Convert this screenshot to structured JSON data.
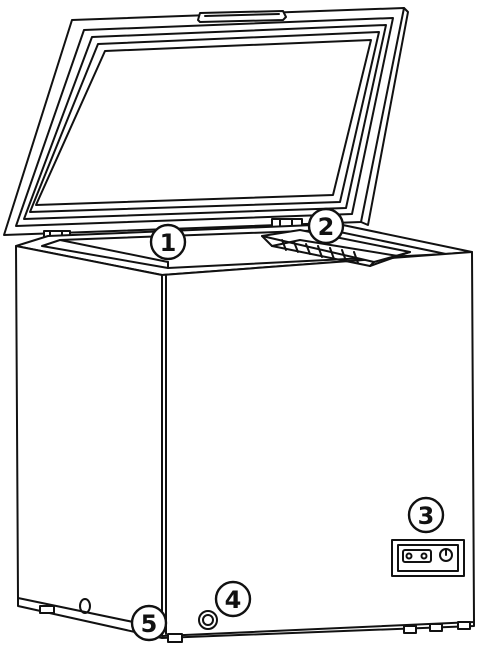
{
  "figure": {
    "subject": "chest-freezer",
    "line_color": "#111111",
    "background": "#ffffff"
  },
  "callouts": [
    {
      "id": "1",
      "label": "1"
    },
    {
      "id": "2",
      "label": "2"
    },
    {
      "id": "3",
      "label": "3"
    },
    {
      "id": "4",
      "label": "4"
    },
    {
      "id": "5",
      "label": "5"
    }
  ]
}
